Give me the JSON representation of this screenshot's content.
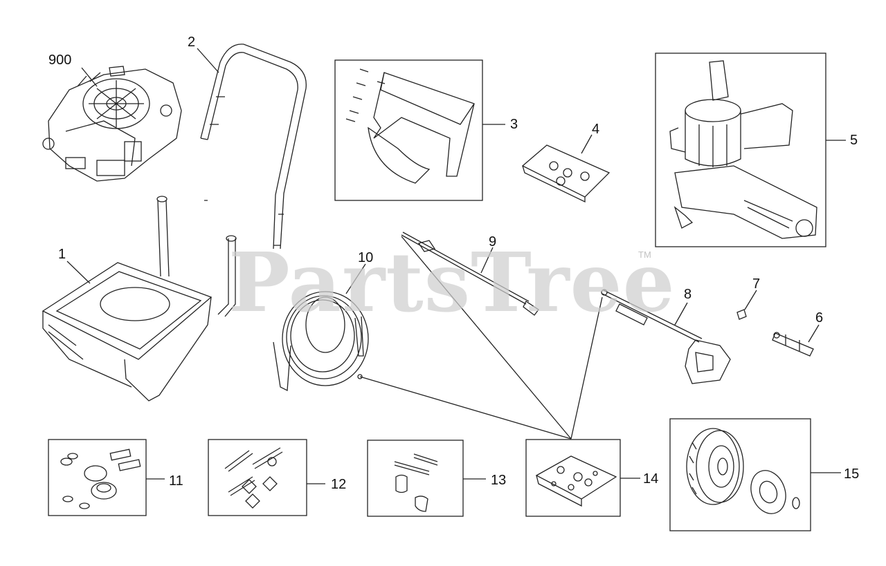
{
  "watermark": {
    "text": "PartsTree",
    "trademark": "TM"
  },
  "callouts": {
    "c900": "900",
    "c1": "1",
    "c2": "2",
    "c3": "3",
    "c4": "4",
    "c5": "5",
    "c6": "6",
    "c7": "7",
    "c8": "8",
    "c9": "9",
    "c10": "10",
    "c11": "11",
    "c12": "12",
    "c13": "13",
    "c14": "14",
    "c15": "15"
  },
  "colors": {
    "line": "#222222",
    "fill_dark": "#444444",
    "watermark": "#cfcfcf"
  }
}
